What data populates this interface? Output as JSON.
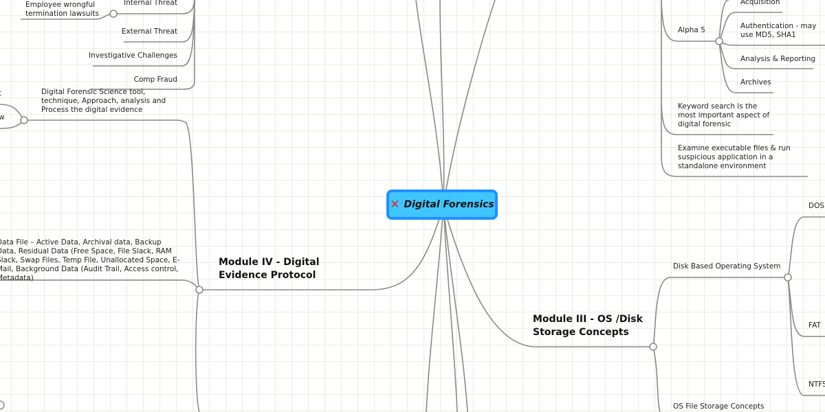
{
  "root": {
    "title": "Digital Forensics",
    "icon": "cross-mark-icon",
    "fill": "#3fc6ff",
    "border": "#1e90ff"
  },
  "left_top": {
    "employee_note": [
      "Employee wrongful",
      "termination lawsuits"
    ],
    "items": [
      "Internal Threat",
      "External Threat",
      "Investigative Challenges",
      "Comp Fraud"
    ],
    "partial_labels": [
      "t",
      "w"
    ],
    "science_note": "Digital Forensic Science tool, technique, Approach, analysis and Process the digital evidence"
  },
  "module4": {
    "title": "Module IV - Digital Evidence Protocol",
    "data_note": "Data File – Active Data, Archival data, Backup Data, Residual Data (Free Space, File Slack, RAM Slack, Swap Files, Temp File, Unallocated Space, E-Mail, Background Data (Audit Trail, Access control, Metadata)"
  },
  "right_top": {
    "alpha": "Alpha 5",
    "alpha_items": [
      "Acquisition",
      "Authentication - may use MD5, SHA1",
      "Analysis & Reporting",
      "Archives"
    ],
    "keyword": "Keyword search is the most important aspect of digital forensic",
    "examine": "Examine executable files & run suspicious application in a standalone environment"
  },
  "module3": {
    "title": "Module III - OS /Disk Storage Concepts",
    "disk_os": "Disk Based Operating System",
    "disk_items": [
      "DOS",
      "FAT",
      "NTFS"
    ],
    "file_storage": "OS File Storage Concepts"
  }
}
